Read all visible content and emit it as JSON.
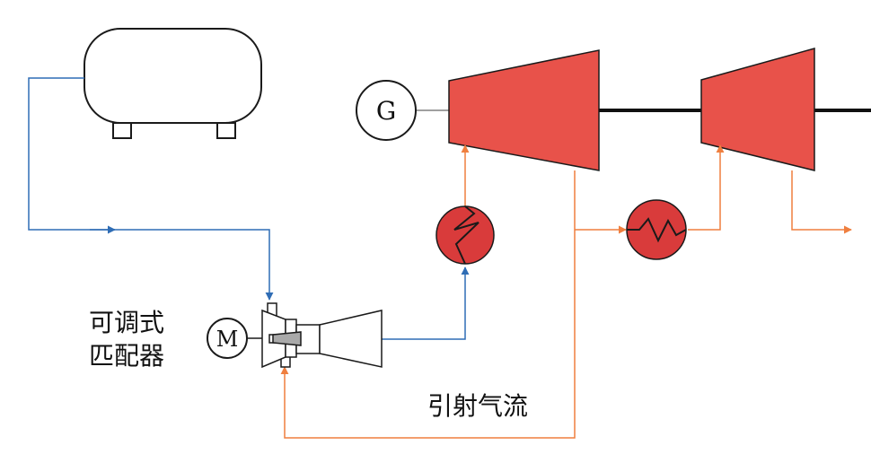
{
  "generator_letter": "G",
  "motor_letter": "M",
  "matcher_label": {
    "line1": "可调式",
    "line2": "匹配器"
  },
  "ejector_flow_label": "引射气流",
  "colors": {
    "turbine_fill": "#e8524a",
    "heater_fill": "#d93b3b",
    "blue_line": "#2f6db5",
    "orange_line": "#ef7f3f",
    "outline": "#1a1a1a",
    "shaft": "#111111",
    "generator_link": "#808080",
    "nozzle_fill": "#a9a9a9"
  },
  "icons": [
    "storage-tank-icon",
    "generator-icon",
    "motor-icon",
    "ejector-icon",
    "turbine-icon",
    "heat-exchanger-icon"
  ]
}
